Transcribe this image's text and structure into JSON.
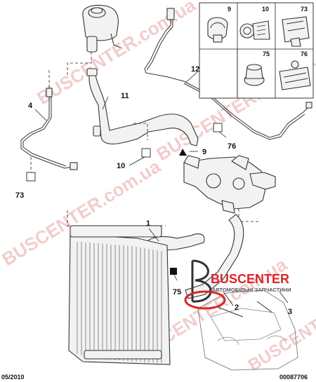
{
  "footer": {
    "date_code": "05/2010",
    "drawing_number": "00087706"
  },
  "callouts": {
    "c1": "1",
    "c2": "2",
    "c3": "3",
    "c4": "4",
    "c9": "9",
    "c10": "10",
    "c11": "11",
    "c12": "12",
    "c73": "73",
    "c75": "75",
    "c76": "76"
  },
  "inset_grid": {
    "p9": "9",
    "p10": "10",
    "p73": "73",
    "p75": "75",
    "p76": "76"
  },
  "watermark": {
    "text": "BUSCENTER.com.ua",
    "logo_name": "BUSCENTER",
    "logo_tagline": "АВТОМОБІЛЬНІ ЗАПЧАСТИНИ"
  },
  "colors": {
    "logo_red": "#d9262b",
    "watermark_pink": "#e6a6a6"
  }
}
